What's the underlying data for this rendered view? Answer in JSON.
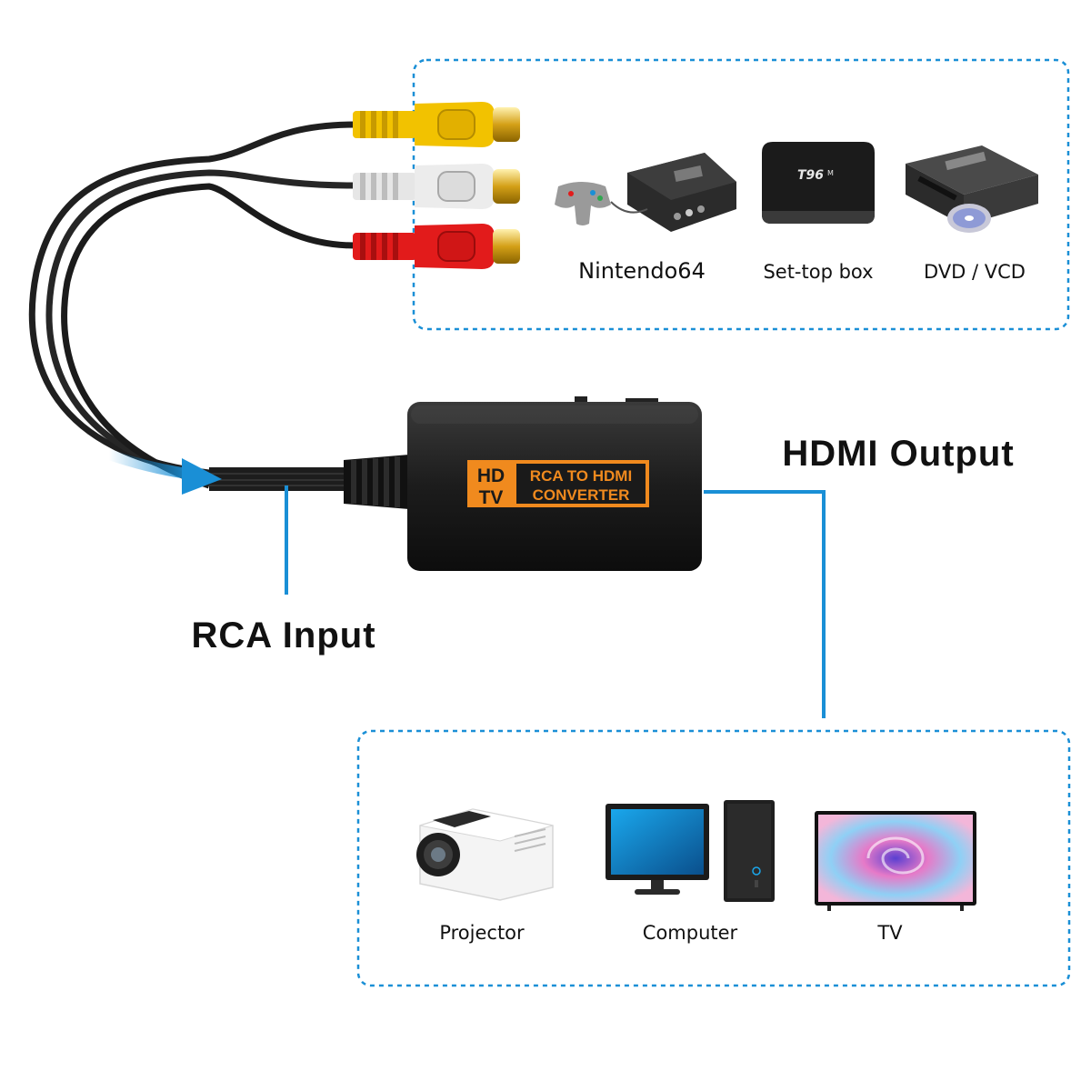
{
  "converter": {
    "badge_top": "HD",
    "badge_bottom": "TV",
    "label_line1": "RCA TO HDMI",
    "label_line2": "CONVERTER"
  },
  "labels": {
    "input": "RCA Input",
    "output": "HDMI Output"
  },
  "sources": [
    {
      "label": "Nintendo64",
      "icon": "game-console-icon"
    },
    {
      "label": "Set-top box",
      "icon": "set-top-box-icon"
    },
    {
      "label": "DVD / VCD",
      "icon": "dvd-player-icon"
    }
  ],
  "set_top_box_brand": "T96",
  "set_top_box_brand_suffix": "M",
  "displays": [
    {
      "label": "Projector",
      "icon": "projector-icon"
    },
    {
      "label": "Computer",
      "icon": "computer-icon"
    },
    {
      "label": "TV",
      "icon": "tv-icon"
    }
  ],
  "colors": {
    "accent_blue": "#1a8fd6",
    "converter_orange": "#f08a1e",
    "rca_yellow": "#f2c200",
    "rca_white": "#e6e6e6",
    "rca_red": "#e21b1b"
  }
}
